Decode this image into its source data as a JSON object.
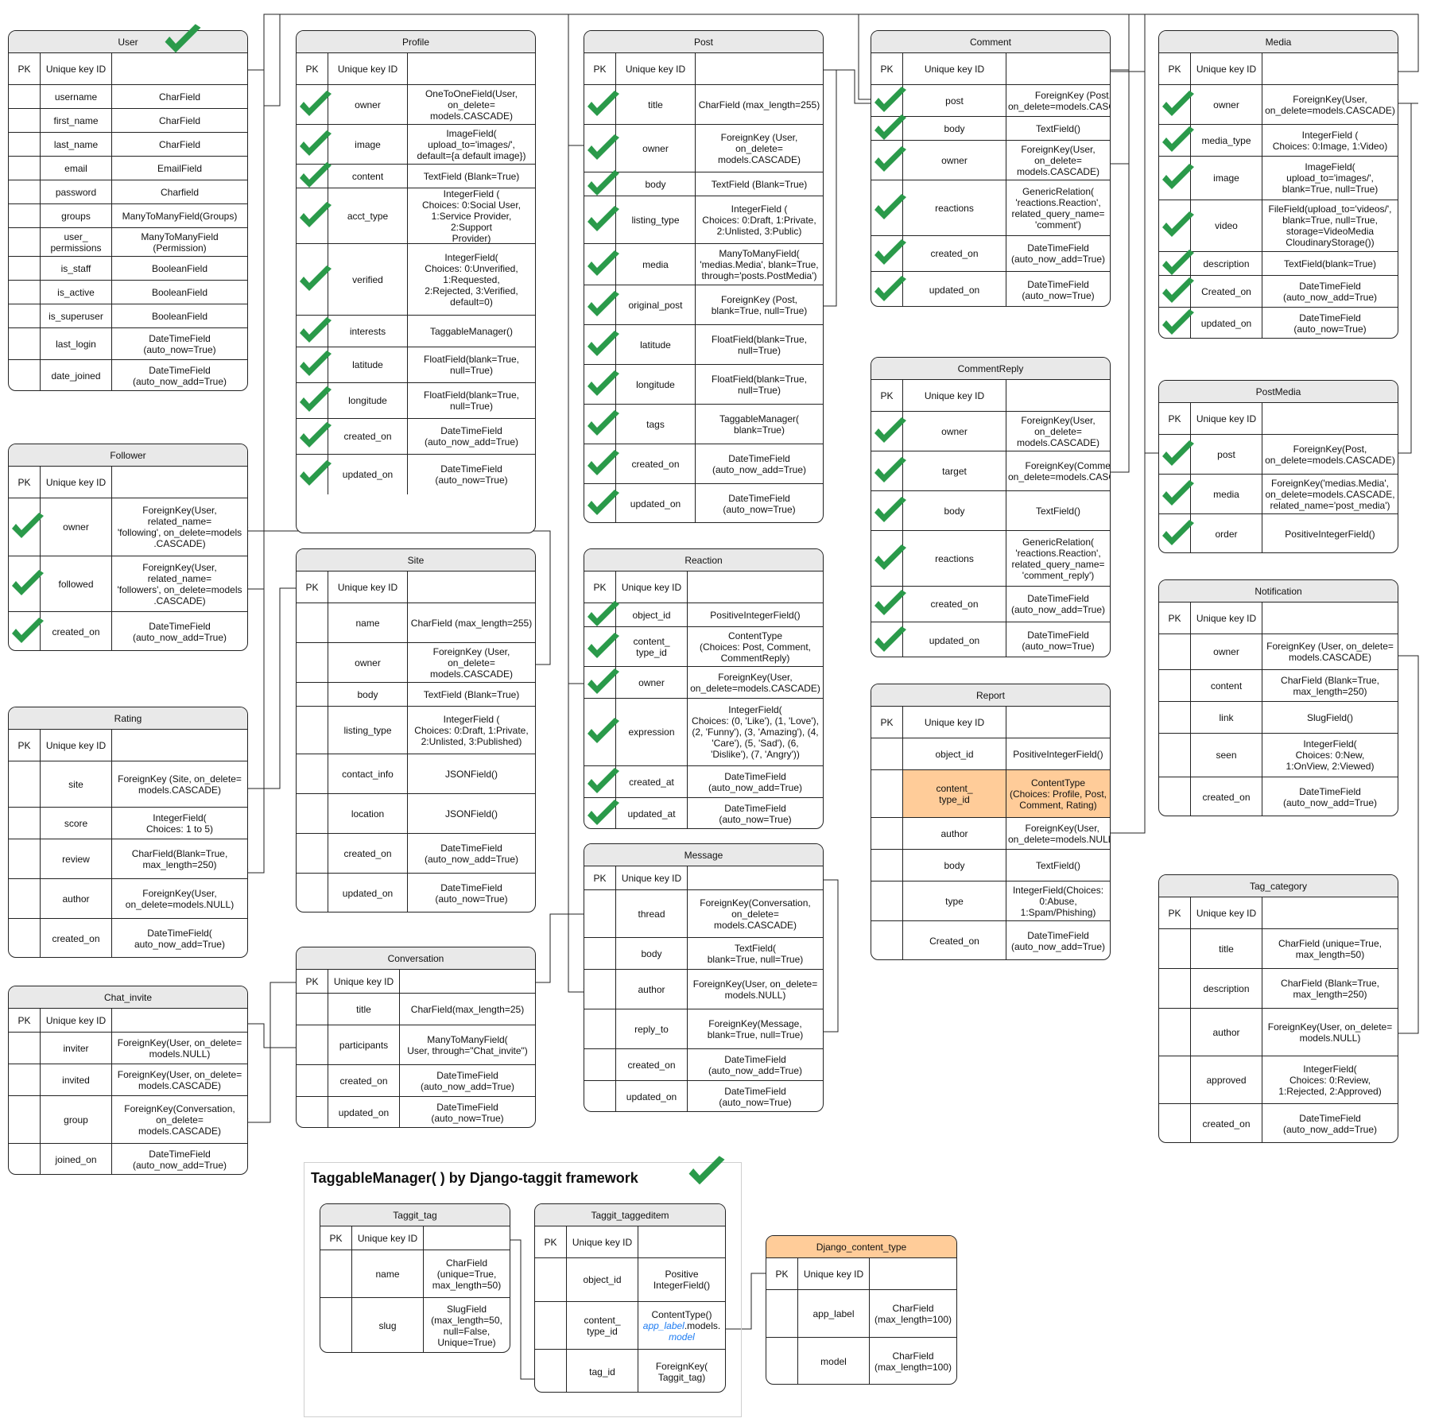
{
  "annotation_title": "TaggableManager( ) by Django-taggit framework",
  "colors": {
    "check": "#2a9a4a",
    "highlight": "#ffcc99",
    "header": "#e9e9e9",
    "line": "#222222",
    "italic_blue": "#1e7cf2"
  },
  "icons": [
    "check-icon",
    "crowfoot-many-connector",
    "one-connector"
  ],
  "tables": [
    {
      "id": "user",
      "name": "User",
      "pk_label": "PK",
      "key_label": "Unique key ID",
      "title_check": true,
      "fields": [
        {
          "name": "username",
          "type": "CharField"
        },
        {
          "name": "first_name",
          "type": "CharField"
        },
        {
          "name": "last_name",
          "type": "CharField"
        },
        {
          "name": "email",
          "type": "EmailField"
        },
        {
          "name": "password",
          "type": "Charfield"
        },
        {
          "name": "groups",
          "type": "ManyToManyField(Groups)"
        },
        {
          "name": "user_\npermissions",
          "type": "ManyToManyField\n(Permission)"
        },
        {
          "name": "is_staff",
          "type": "BooleanField"
        },
        {
          "name": "is_active",
          "type": "BooleanField"
        },
        {
          "name": "is_superuser",
          "type": "BooleanField"
        },
        {
          "name": "last_login",
          "type": "DateTimeField\n(auto_now=True)"
        },
        {
          "name": "date_joined",
          "type": "DateTimeField\n(auto_now_add=True)"
        }
      ]
    },
    {
      "id": "profile",
      "name": "Profile",
      "pk_label": "PK",
      "key_label": "Unique key ID",
      "fields": [
        {
          "name": "owner",
          "type": "OneToOneField(User,\non_delete=\nmodels.CASCADE)",
          "check": true
        },
        {
          "name": "image",
          "type": "ImageField(\nupload_to='images/',\ndefault={a default image})",
          "check": true
        },
        {
          "name": "content",
          "type": "TextField (Blank=True)",
          "check": true
        },
        {
          "name": "acct_type",
          "type": "IntegerField (\nChoices: 0:Social User,\n1:Service Provider, 2:Support\nProvider)",
          "check": true
        },
        {
          "name": "verified",
          "type": "IntegerField(\nChoices: 0:Unverified,\n1:Requested,\n2:Rejected, 3:Verified,\ndefault=0)",
          "check": true
        },
        {
          "name": "interests",
          "type": "TaggableManager()",
          "check": true
        },
        {
          "name": "latitude",
          "type": "FloatField(blank=True,\nnull=True)",
          "check": true
        },
        {
          "name": "longitude",
          "type": "FloatField(blank=True,\nnull=True)",
          "check": true
        },
        {
          "name": "created_on",
          "type": "DateTimeField\n(auto_now_add=True)",
          "check": true
        },
        {
          "name": "updated_on",
          "type": "DateTimeField\n(auto_now=True)",
          "check": true
        }
      ]
    },
    {
      "id": "post",
      "name": "Post",
      "pk_label": "PK",
      "key_label": "Unique key ID",
      "fields": [
        {
          "name": "title",
          "type": "CharField (max_length=255)",
          "check": true
        },
        {
          "name": "owner",
          "type": "ForeignKey (User,\non_delete=\nmodels.CASCADE)",
          "check": true
        },
        {
          "name": "body",
          "type": "TextField (Blank=True)",
          "check": true
        },
        {
          "name": "listing_type",
          "type": "IntegerField (\nChoices: 0:Draft, 1:Private,\n2:Unlisted, 3:Public)",
          "check": true
        },
        {
          "name": "media",
          "type": "ManyToManyField(\n'medias.Media', blank=True,\nthrough='posts.PostMedia')",
          "check": true
        },
        {
          "name": "original_post",
          "type": "ForeignKey (Post,\nblank=True, null=True)",
          "check": true
        },
        {
          "name": "latitude",
          "type": "FloatField(blank=True,\nnull=True)",
          "check": true
        },
        {
          "name": "longitude",
          "type": "FloatField(blank=True,\nnull=True)",
          "check": true
        },
        {
          "name": "tags",
          "type": "TaggableManager(\nblank=True)",
          "check": true
        },
        {
          "name": "created_on",
          "type": "DateTimeField\n(auto_now_add=True)",
          "check": true
        },
        {
          "name": "updated_on",
          "type": "DateTimeField\n(auto_now=True)",
          "check": true
        }
      ]
    },
    {
      "id": "comment",
      "name": "Comment",
      "pk_label": "PK",
      "key_label": "Unique key ID",
      "fields": [
        {
          "name": "post",
          "type": "ForeignKey (Post,\non_delete=models.CASCADE)",
          "check": true
        },
        {
          "name": "body",
          "type": "TextField()",
          "check": true
        },
        {
          "name": "owner",
          "type": "ForeignKey(User, on_delete=\nmodels.CASCADE)",
          "check": true
        },
        {
          "name": "reactions",
          "type": "GenericRelation(\n'reactions.Reaction',\nrelated_query_name=\n'comment')",
          "check": true
        },
        {
          "name": "created_on",
          "type": "DateTimeField\n(auto_now_add=True)",
          "check": true
        },
        {
          "name": "updated_on",
          "type": "DateTimeField\n(auto_now=True)",
          "check": true
        }
      ]
    },
    {
      "id": "media",
      "name": "Media",
      "pk_label": "PK",
      "key_label": "Unique key ID",
      "fields": [
        {
          "name": "owner",
          "type": "ForeignKey(User,\non_delete=models.CASCADE)",
          "check": true
        },
        {
          "name": "media_type",
          "type": "IntegerField (\nChoices: 0:Image, 1:Video)",
          "check": true
        },
        {
          "name": "image",
          "type": "ImageField(\nupload_to='images/',\nblank=True, null=True)",
          "check": true
        },
        {
          "name": "video",
          "type": "FileField(upload_to='videos/',\nblank=True, null=True,\nstorage=VideoMedia\nCloudinaryStorage())",
          "check": true
        },
        {
          "name": "description",
          "type": "TextField(blank=True)",
          "check": true
        },
        {
          "name": "Created_on",
          "type": "DateTimeField\n(auto_now_add=True)",
          "check": true
        },
        {
          "name": "updated_on",
          "type": "DateTimeField\n(auto_now=True)",
          "check": true
        }
      ]
    },
    {
      "id": "follower",
      "name": "Follower",
      "pk_label": "PK",
      "key_label": "Unique key ID",
      "fields": [
        {
          "name": "owner",
          "type": "ForeignKey(User,\nrelated_name=\n'following', on_delete=models\n.CASCADE)",
          "check": true
        },
        {
          "name": "followed",
          "type": "ForeignKey(User,\nrelated_name=\n'followers', on_delete=models\n.CASCADE)",
          "check": true
        },
        {
          "name": "created_on",
          "type": "DateTimeField\n(auto_now_add=True)",
          "check": true
        }
      ]
    },
    {
      "id": "site",
      "name": "Site",
      "pk_label": "PK",
      "key_label": "Unique key ID",
      "fields": [
        {
          "name": "name",
          "type": "CharField (max_length=255)"
        },
        {
          "name": "owner",
          "type": "ForeignKey (User,\non_delete=\nmodels.CASCADE)"
        },
        {
          "name": "body",
          "type": "TextField (Blank=True)"
        },
        {
          "name": "listing_type",
          "type": "IntegerField (\nChoices: 0:Draft, 1:Private,\n2:Unlisted, 3:Published)"
        },
        {
          "name": "contact_info",
          "type": "JSONField()"
        },
        {
          "name": "location",
          "type": "JSONField()"
        },
        {
          "name": "created_on",
          "type": "DateTimeField\n(auto_now_add=True)"
        },
        {
          "name": "updated_on",
          "type": "DateTimeField\n(auto_now=True)"
        }
      ]
    },
    {
      "id": "reaction",
      "name": "Reaction",
      "pk_label": "PK",
      "key_label": "Unique key ID",
      "fields": [
        {
          "name": "object_id",
          "type": "PositiveIntegerField()",
          "check": true
        },
        {
          "name": "content_\ntype_id",
          "type": "ContentType\n(Choices: Post, Comment,\nCommentReply)",
          "check": true
        },
        {
          "name": "owner",
          "type": "ForeignKey(User,\non_delete=models.CASCADE)",
          "check": true
        },
        {
          "name": "expression",
          "type": "IntegerField(\nChoices: (0, 'Like'), (1, 'Love'),\n(2, 'Funny'), (3, 'Amazing'), (4,\n'Care'), (5, 'Sad'), (6,\n'Dislike'), (7, 'Angry'))",
          "check": true
        },
        {
          "name": "created_at",
          "type": "DateTimeField\n(auto_now_add=True)",
          "check": true
        },
        {
          "name": "updated_at",
          "type": "DateTimeField\n(auto_now=True)",
          "check": true
        }
      ]
    },
    {
      "id": "commentreply",
      "name": "CommentReply",
      "pk_label": "PK",
      "key_label": "Unique key ID",
      "fields": [
        {
          "name": "owner",
          "type": "ForeignKey(User, on_delete=\nmodels.CASCADE)",
          "check": true
        },
        {
          "name": "target",
          "type": "ForeignKey(Comment,\non_delete=models.CASCADE)",
          "check": true
        },
        {
          "name": "body",
          "type": "TextField()",
          "check": true
        },
        {
          "name": "reactions",
          "type": "GenericRelation(\n'reactions.Reaction',\nrelated_query_name=\n'comment_reply')",
          "check": true
        },
        {
          "name": "created_on",
          "type": "DateTimeField\n(auto_now_add=True)",
          "check": true
        },
        {
          "name": "updated_on",
          "type": "DateTimeField\n(auto_now=True)",
          "check": true
        }
      ]
    },
    {
      "id": "postmedia",
      "name": "PostMedia",
      "pk_label": "PK",
      "key_label": "Unique key ID",
      "fields": [
        {
          "name": "post",
          "type": "ForeignKey(Post,\non_delete=models.CASCADE)",
          "check": true
        },
        {
          "name": "media",
          "type": "ForeignKey('medias.Media',\non_delete=models.CASCADE,\nrelated_name='post_media')",
          "check": true
        },
        {
          "name": "order",
          "type": "PositiveIntegerField()",
          "check": true
        }
      ]
    },
    {
      "id": "rating",
      "name": "Rating",
      "pk_label": "PK",
      "key_label": "Unique key ID",
      "fields": [
        {
          "name": "site",
          "type": "ForeignKey (Site, on_delete=\nmodels.CASCADE)"
        },
        {
          "name": "score",
          "type": "IntegerField(\nChoices: 1 to 5)"
        },
        {
          "name": "review",
          "type": "CharField(Blank=True,\nmax_length=250)"
        },
        {
          "name": "author",
          "type": "ForeignKey(User,\non_delete=models.NULL)"
        },
        {
          "name": "created_on",
          "type": "DateTimeField(\nauto_now_add=True)"
        }
      ]
    },
    {
      "id": "report",
      "name": "Report",
      "pk_label": "PK",
      "key_label": "Unique key ID",
      "fields": [
        {
          "name": "object_id",
          "type": "PositiveIntegerField()"
        },
        {
          "name": "content_\ntype_id",
          "type": "ContentType\n(Choices: Profile, Post,\nComment, Rating)",
          "highlight": true
        },
        {
          "name": "author",
          "type": "ForeignKey(User,\non_delete=models.NULL)"
        },
        {
          "name": "body",
          "type": "TextField()"
        },
        {
          "name": "type",
          "type": "IntegerField(Choices:\n0:Abuse, 1:Spam/Phishing)"
        },
        {
          "name": "Created_on",
          "type": "DateTimeField\n(auto_now_add=True)"
        }
      ]
    },
    {
      "id": "notification",
      "name": "Notification",
      "pk_label": "PK",
      "key_label": "Unique key ID",
      "fields": [
        {
          "name": "owner",
          "type": "ForeignKey (User, on_delete=\nmodels.CASCADE)"
        },
        {
          "name": "content",
          "type": "CharField (Blank=True,\nmax_length=250)"
        },
        {
          "name": "link",
          "type": "SlugField()"
        },
        {
          "name": "seen",
          "type": "IntegerField(\nChoices: 0:New,\n1:OnView, 2:Viewed)"
        },
        {
          "name": "created_on",
          "type": "DateTimeField\n(auto_now_add=True)"
        }
      ]
    },
    {
      "id": "message",
      "name": "Message",
      "pk_label": "PK",
      "key_label": "Unique key ID",
      "fields": [
        {
          "name": "thread",
          "type": "ForeignKey(Conversation,\non_delete=\nmodels.CASCADE)"
        },
        {
          "name": "body",
          "type": "TextField(\nblank=True, null=True)"
        },
        {
          "name": "author",
          "type": "ForeignKey(User, on_delete=\nmodels.NULL)"
        },
        {
          "name": "reply_to",
          "type": "ForeignKey(Message,\nblank=True, null=True)"
        },
        {
          "name": "created_on",
          "type": "DateTimeField\n(auto_now_add=True)"
        },
        {
          "name": "updated_on",
          "type": "DateTimeField\n(auto_now=True)"
        }
      ]
    },
    {
      "id": "conversation",
      "name": "Conversation",
      "pk_label": "PK",
      "key_label": "Unique key ID",
      "fields": [
        {
          "name": "title",
          "type": "CharField(max_length=25)"
        },
        {
          "name": "participants",
          "type": "ManyToManyField(\nUser, through=\"Chat_invite\")"
        },
        {
          "name": "created_on",
          "type": "DateTimeField\n(auto_now_add=True)"
        },
        {
          "name": "updated_on",
          "type": "DateTimeField\n(auto_now=True)"
        }
      ]
    },
    {
      "id": "chat_invite",
      "name": "Chat_invite",
      "pk_label": "PK",
      "key_label": "Unique key ID",
      "fields": [
        {
          "name": "inviter",
          "type": "ForeignKey(User, on_delete=\nmodels.NULL)"
        },
        {
          "name": "invited",
          "type": "ForeignKey(User, on_delete=\nmodels.CASCADE)"
        },
        {
          "name": "group",
          "type": "ForeignKey(Conversation,\non_delete=\nmodels.CASCADE)"
        },
        {
          "name": "joined_on",
          "type": "DateTimeField\n(auto_now_add=True)"
        }
      ]
    },
    {
      "id": "tag_category",
      "name": "Tag_category",
      "pk_label": "PK",
      "key_label": "Unique key ID",
      "fields": [
        {
          "name": "title",
          "type": "CharField (unique=True,\nmax_length=50)"
        },
        {
          "name": "description",
          "type": "CharField (Blank=True,\nmax_length=250)"
        },
        {
          "name": "author",
          "type": "ForeignKey(User, on_delete=\nmodels.NULL)"
        },
        {
          "name": "approved",
          "type": "IntegerField(\nChoices: 0:Review,\n1:Rejected, 2:Approved)"
        },
        {
          "name": "created_on",
          "type": "DateTimeField\n(auto_now_add=True)"
        }
      ]
    },
    {
      "id": "taggit_tag",
      "name": "Taggit_tag",
      "pk_label": "PK",
      "key_label": "Unique key ID",
      "fields": [
        {
          "name": "name",
          "type": "CharField\n(unique=True,\nmax_length=50)"
        },
        {
          "name": "slug",
          "type": "SlugField\n(max_length=50,\nnull=False,\nUnique=True)"
        }
      ]
    },
    {
      "id": "taggit_taggeditem",
      "name": "Taggit_taggeditem",
      "pk_label": "PK",
      "key_label": "Unique key ID",
      "fields": [
        {
          "name": "object_id",
          "type": "Positive\nIntegerField()"
        },
        {
          "name": "content_\ntype_id",
          "type": "ContentType()",
          "type_blue_1": "app_label",
          "type_mid": ".models.",
          "type_blue_2": "model"
        },
        {
          "name": "tag_id",
          "type": "ForeignKey(\nTaggit_tag)"
        }
      ]
    },
    {
      "id": "django_content_type",
      "name": "Django_content_type",
      "pk_label": "PK",
      "key_label": "Unique key ID",
      "header_highlight": true,
      "fields": [
        {
          "name": "app_label",
          "type": "CharField\n(max_length=100)"
        },
        {
          "name": "model",
          "type": "CharField\n(max_length=100)"
        }
      ]
    }
  ]
}
